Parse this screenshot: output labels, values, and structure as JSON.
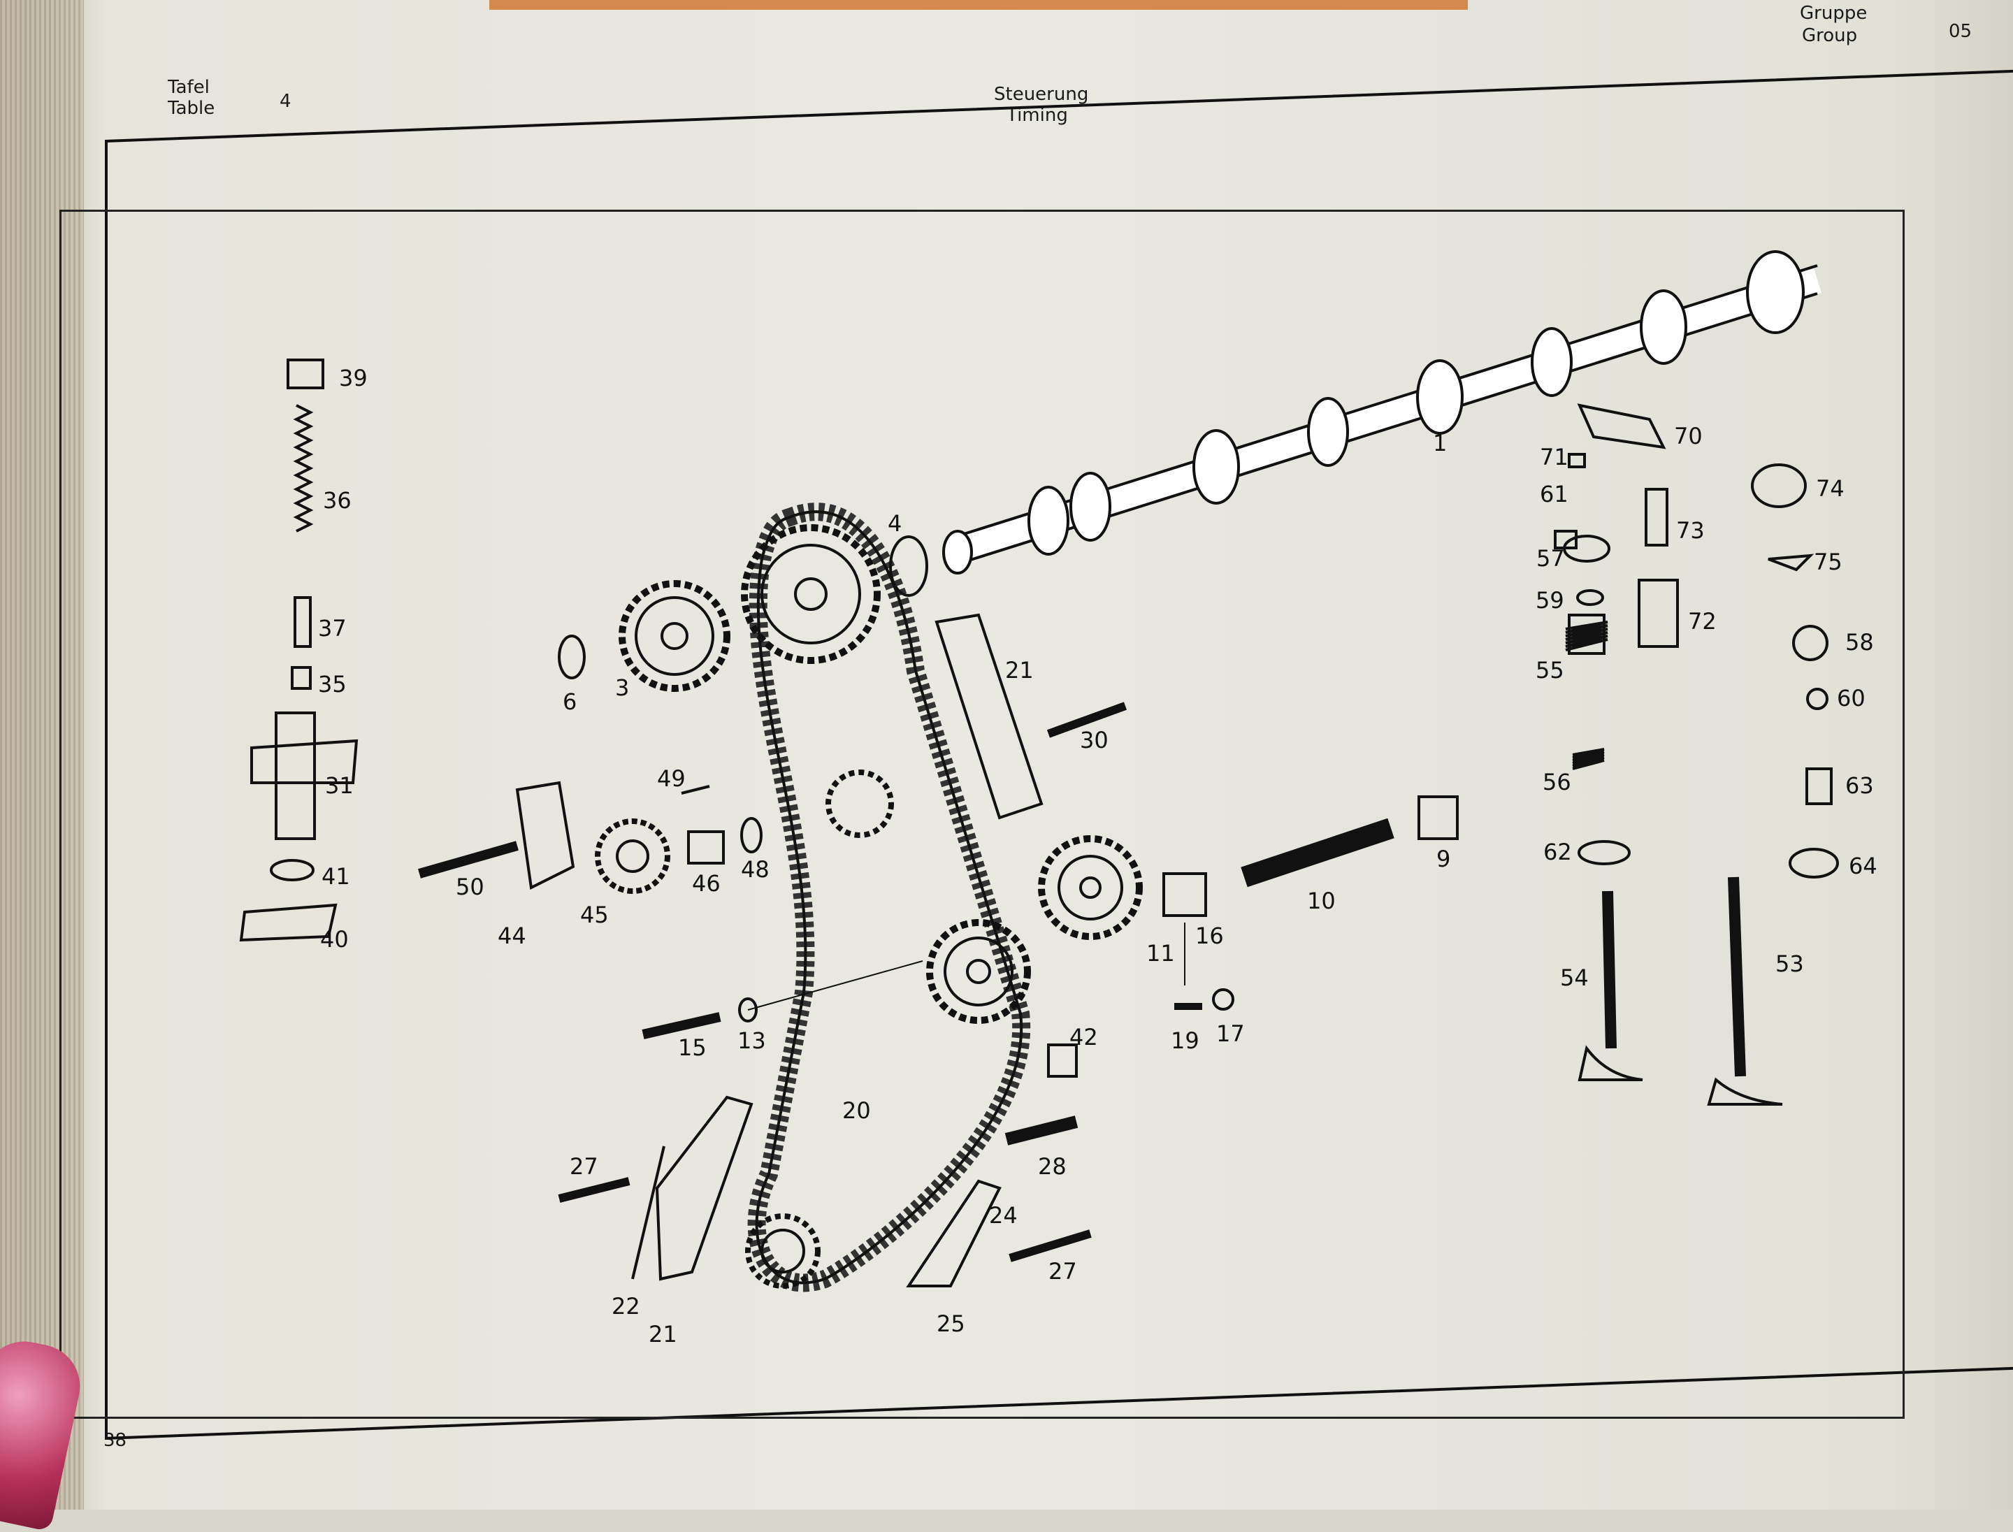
{
  "header": {
    "tafel_label": "Tafel",
    "table_label": "Table",
    "table_number": "4",
    "title_de": "Steuerung",
    "title_en": "Timing",
    "gruppe_label": "Gruppe",
    "group_label": "Group",
    "group_number": "05"
  },
  "footer": {
    "page_number": "38"
  },
  "callouts": {
    "c1": "1",
    "c3": "3",
    "c4": "4",
    "c6": "6",
    "c9": "9",
    "c10": "10",
    "c11": "11",
    "c13": "13",
    "c15": "15",
    "c16": "16",
    "c17": "17",
    "c19": "19",
    "c20": "20",
    "c21a": "21",
    "c21b": "21",
    "c22": "22",
    "c24": "24",
    "c25": "25",
    "c27a": "27",
    "c27b": "27",
    "c28": "28",
    "c30": "30",
    "c31": "31",
    "c35": "35",
    "c36": "36",
    "c37": "37",
    "c39": "39",
    "c40": "40",
    "c41": "41",
    "c42": "42",
    "c44": "44",
    "c45": "45",
    "c46": "46",
    "c48": "48",
    "c49": "49",
    "c50": "50",
    "c53": "53",
    "c54": "54",
    "c55": "55",
    "c56": "56",
    "c57": "57",
    "c58": "58",
    "c59": "59",
    "c60": "60",
    "c61": "61",
    "c62": "62",
    "c63": "63",
    "c64": "64",
    "c70": "70",
    "c71": "71",
    "c72": "72",
    "c73": "73",
    "c74": "74",
    "c75": "75"
  },
  "colors": {
    "ink": "#111111",
    "paper": "#e9e8e1",
    "frame": "#111111"
  }
}
